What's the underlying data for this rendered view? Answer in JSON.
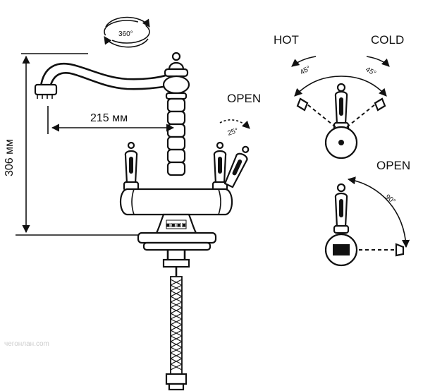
{
  "labels": {
    "rotation": "360°",
    "reach": "215 мм",
    "height": "306 мм",
    "open_top": "OPEN",
    "open_angle": "25°",
    "hot": "HOT",
    "cold": "COLD",
    "hot_angle": "45°",
    "cold_angle": "45°",
    "open_right": "OPEN",
    "open_right_angle": "90°",
    "watermark": "чегонлан.com"
  },
  "colors": {
    "line": "#111111",
    "background": "#ffffff"
  }
}
